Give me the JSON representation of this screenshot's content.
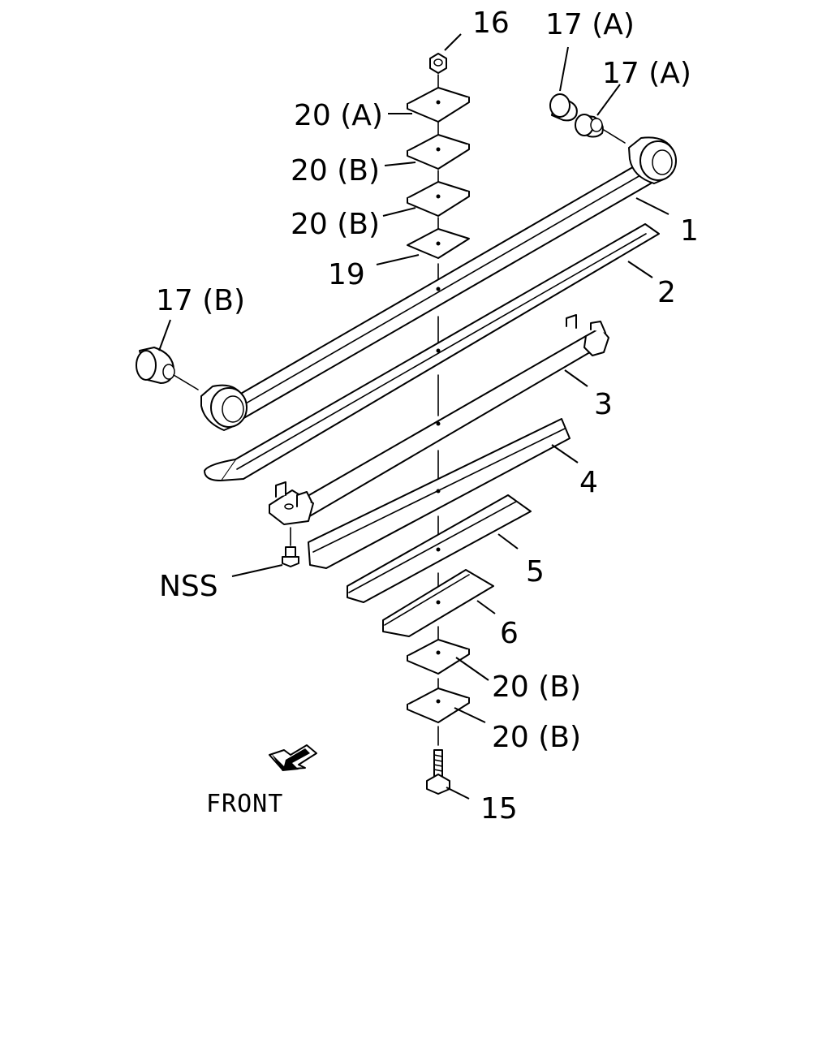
{
  "diagram": {
    "labels": {
      "p16": "16",
      "p17a_1": "17 (A)",
      "p17a_2": "17 (A)",
      "p20a": "20 (A)",
      "p20b_1": "20 (B)",
      "p20b_2": "20 (B)",
      "p19": "19",
      "p1": "1",
      "p2": "2",
      "p17b": "17 (B)",
      "p3": "3",
      "p4": "4",
      "pnss": "NSS",
      "p5": "5",
      "p6": "6",
      "p20b_3": "20 (B)",
      "p20b_4": "20 (B)",
      "p15": "15",
      "front": "FRONT"
    }
  }
}
